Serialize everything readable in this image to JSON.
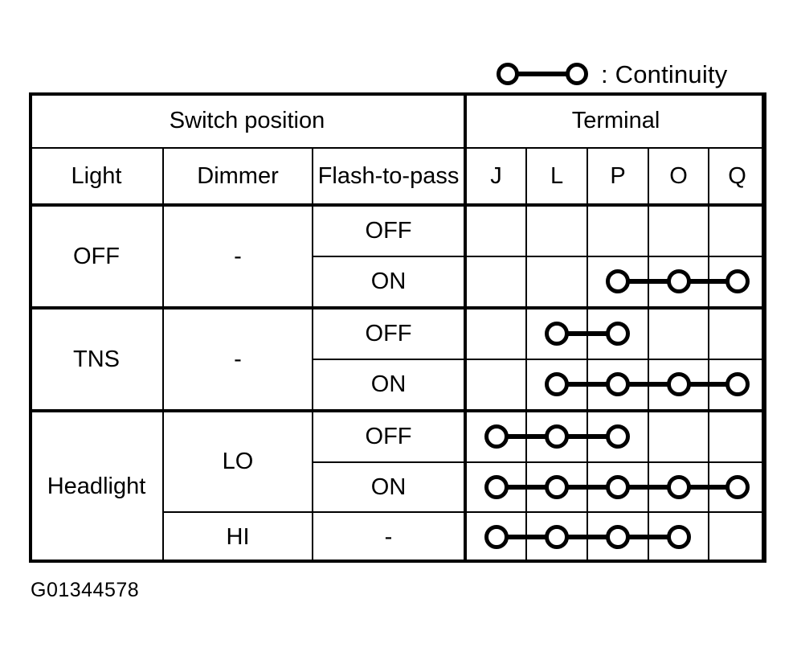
{
  "legend": {
    "symbol_name": "continuity-symbol",
    "label": ": Continuity"
  },
  "table": {
    "group_headers": [
      {
        "label": "Switch position",
        "colspan": 3
      },
      {
        "label": "Terminal",
        "colspan": 5
      }
    ],
    "column_headers": [
      "Light",
      "Dimmer",
      "Flash-to-pass",
      "J",
      "L",
      "P",
      "O",
      "Q"
    ],
    "terminals": [
      "J",
      "L",
      "P",
      "O",
      "Q"
    ],
    "rows": [
      {
        "light": "OFF",
        "light_rowspan": 2,
        "dimmer": "-",
        "dimmer_rowspan": 2,
        "flash_to_pass": "OFF",
        "continuity": [],
        "links": []
      },
      {
        "light": null,
        "dimmer": null,
        "flash_to_pass": "ON",
        "continuity": [
          "P",
          "O",
          "Q"
        ],
        "links": [
          "P-O",
          "O-Q"
        ]
      },
      {
        "light": "TNS",
        "light_rowspan": 2,
        "dimmer": "-",
        "dimmer_rowspan": 2,
        "flash_to_pass": "OFF",
        "continuity": [
          "L",
          "P"
        ],
        "links": [
          "L-P"
        ]
      },
      {
        "light": null,
        "dimmer": null,
        "flash_to_pass": "ON",
        "continuity": [
          "L",
          "P",
          "O",
          "Q"
        ],
        "links": [
          "L-P",
          "P-O",
          "O-Q"
        ]
      },
      {
        "light": "Headlight",
        "light_rowspan": 3,
        "dimmer": "LO",
        "dimmer_rowspan": 2,
        "flash_to_pass": "OFF",
        "continuity": [
          "J",
          "L",
          "P"
        ],
        "links": [
          "J-L",
          "L-P"
        ]
      },
      {
        "light": null,
        "dimmer": null,
        "flash_to_pass": "ON",
        "continuity": [
          "J",
          "L",
          "P",
          "O",
          "Q"
        ],
        "links": [
          "J-L",
          "L-P",
          "P-O",
          "O-Q"
        ]
      },
      {
        "light": null,
        "dimmer": "HI",
        "dimmer_rowspan": 1,
        "flash_to_pass": "-",
        "continuity": [
          "J",
          "L",
          "P",
          "O"
        ],
        "links": [
          "J-L",
          "L-P",
          "P-O"
        ]
      }
    ]
  },
  "figure_id": "G01344578",
  "colors": {
    "ink": "#000000",
    "paper": "#ffffff"
  }
}
